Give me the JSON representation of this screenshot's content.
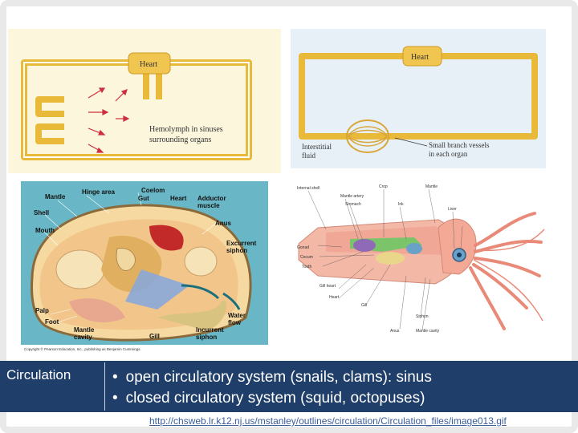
{
  "panel1": {
    "heart": "Heart",
    "caption_line1": "Hemolymph in sinuses",
    "caption_line2": "surrounding organs"
  },
  "panel2": {
    "heart": "Heart",
    "interstitial_line1": "Interstitial",
    "interstitial_line2": "fluid",
    "branch_line1": "Small branch vessels",
    "branch_line2": "in each organ"
  },
  "panel3": {
    "labels": {
      "hinge": "Hinge area",
      "coelom": "Coelom",
      "mantle": "Mantle",
      "gut": "Gut",
      "heart": "Heart",
      "adductor1": "Adductor",
      "adductor2": "muscle",
      "shell": "Shell",
      "anus": "Anus",
      "mouth": "Mouth",
      "excurrent1": "Excurrent",
      "excurrent2": "siphon",
      "palp": "Palp",
      "foot": "Foot",
      "mcavity1": "Mantle",
      "mcavity2": "cavity",
      "gill": "Gill",
      "incurrent1": "Incurrent",
      "incurrent2": "siphon",
      "water1": "Water",
      "water2": "flow"
    },
    "copyright": "Copyright © Pearson Education, Inc., publishing as Benjamin Cummings."
  },
  "panel4": {
    "labels": {
      "internal_shell": "Internal shell",
      "crop": "Crop",
      "mantle": "Mantle",
      "mantle_artery": "Mantle artery",
      "stomach": "Stomach",
      "ink": "Ink",
      "liver": "Liver",
      "gonad": "Gonad",
      "cecum": "Cecum",
      "tooth": "Tooth",
      "gill_heart": "Gill heart",
      "heart": "Heart",
      "gill": "Gill",
      "siphon": "Siphon",
      "anus": "Anus",
      "mantle_cavity": "Mantle cavity"
    }
  },
  "slide": {
    "title": "Circulation",
    "bullets": [
      "open circulatory system (snails, clams): sinus",
      "closed circulatory system (squid, octopuses)"
    ],
    "link": "http://chsweb.lr.k12.nj.us/mstanley/outlines/circulation/Circulation_files/image013.gif"
  }
}
